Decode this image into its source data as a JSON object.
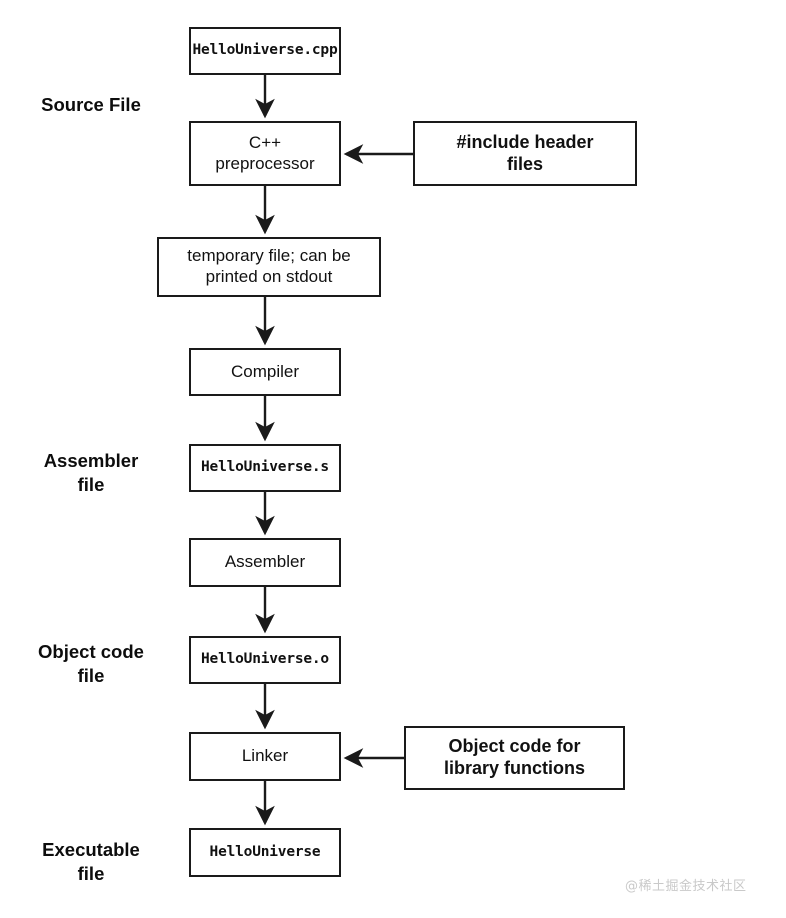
{
  "diagram": {
    "title": "C++ compilation pipeline",
    "background_color": "#ffffff",
    "stroke_color": "#1a1a1a",
    "text_color": "#111111"
  },
  "captions": [
    {
      "id": "source-file",
      "text": "Source File"
    },
    {
      "id": "assembler-file",
      "text": "Assembler\nfile"
    },
    {
      "id": "object-code-file",
      "text": "Object code\nfile"
    },
    {
      "id": "executable-file",
      "text": "Executable\nfile"
    }
  ],
  "nodes": {
    "source": "HelloUniverse.cpp",
    "preprocessor": "C++\npreprocessor",
    "include_headers": "#include header\nfiles",
    "temporary": "temporary file; can be\nprinted on stdout",
    "compiler": "Compiler",
    "assembly": "HelloUniverse.s",
    "assembler": "Assembler",
    "object": "HelloUniverse.o",
    "linker": "Linker",
    "library": "Object code for\nlibrary functions",
    "executable": "HelloUniverse"
  },
  "flow": {
    "vertical_steps": [
      "HelloUniverse.cpp",
      "C++ preprocessor",
      "temporary file; can be printed on stdout",
      "Compiler",
      "HelloUniverse.s",
      "Assembler",
      "HelloUniverse.o",
      "Linker",
      "HelloUniverse"
    ],
    "side_inputs": [
      {
        "from": "#include header files",
        "to": "C++ preprocessor"
      },
      {
        "from": "Object code for library functions",
        "to": "Linker"
      }
    ]
  },
  "watermark": {
    "text": "@稀土掘金技术社区",
    "color": "#c9c9c9"
  }
}
